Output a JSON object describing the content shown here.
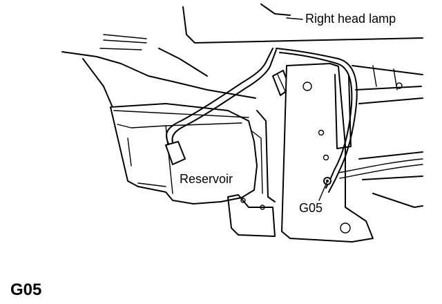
{
  "labels": {
    "head_lamp": "Right head lamp",
    "reservoir": "Reservoir",
    "ground_point": "G05"
  },
  "figure_code": "G05",
  "colors": {
    "ink": "#000000",
    "paper": "#ffffff"
  }
}
